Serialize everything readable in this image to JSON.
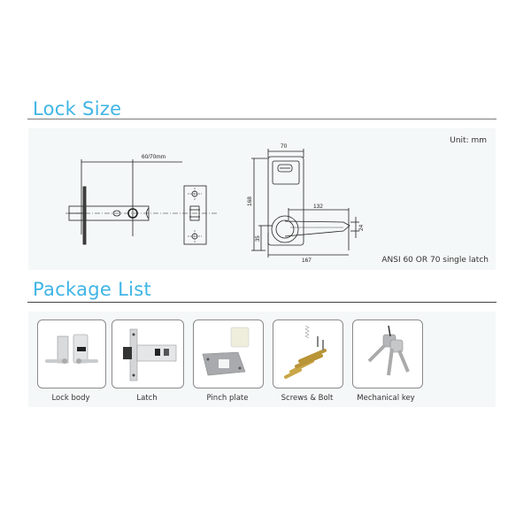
{
  "lock_size": {
    "title": "Lock Size",
    "unit_label": "Unit: mm",
    "note": "ANSI 60 OR 70 single latch",
    "latch_drawing": {
      "backset_label": "60/70mm"
    },
    "lock_drawing": {
      "width_label": "70",
      "height_label": "168",
      "lever_label": "132",
      "lever_height_label": "24",
      "total_width_label": "167",
      "rose_offset_label": "35"
    }
  },
  "package_list": {
    "title": "Package List",
    "items": [
      {
        "label": "Lock body",
        "icon": "lock-body-image"
      },
      {
        "label": "Latch",
        "icon": "latch-image"
      },
      {
        "label": "Pinch plate",
        "icon": "strike-plate-image"
      },
      {
        "label": "Screws & Bolt",
        "icon": "screws-image"
      },
      {
        "label": "Mechanical key",
        "icon": "keys-image"
      }
    ]
  },
  "colors": {
    "title_accent": "#3fb5e5",
    "panel_bg": "#f5f8f8",
    "rule": "#7a7a7a"
  }
}
